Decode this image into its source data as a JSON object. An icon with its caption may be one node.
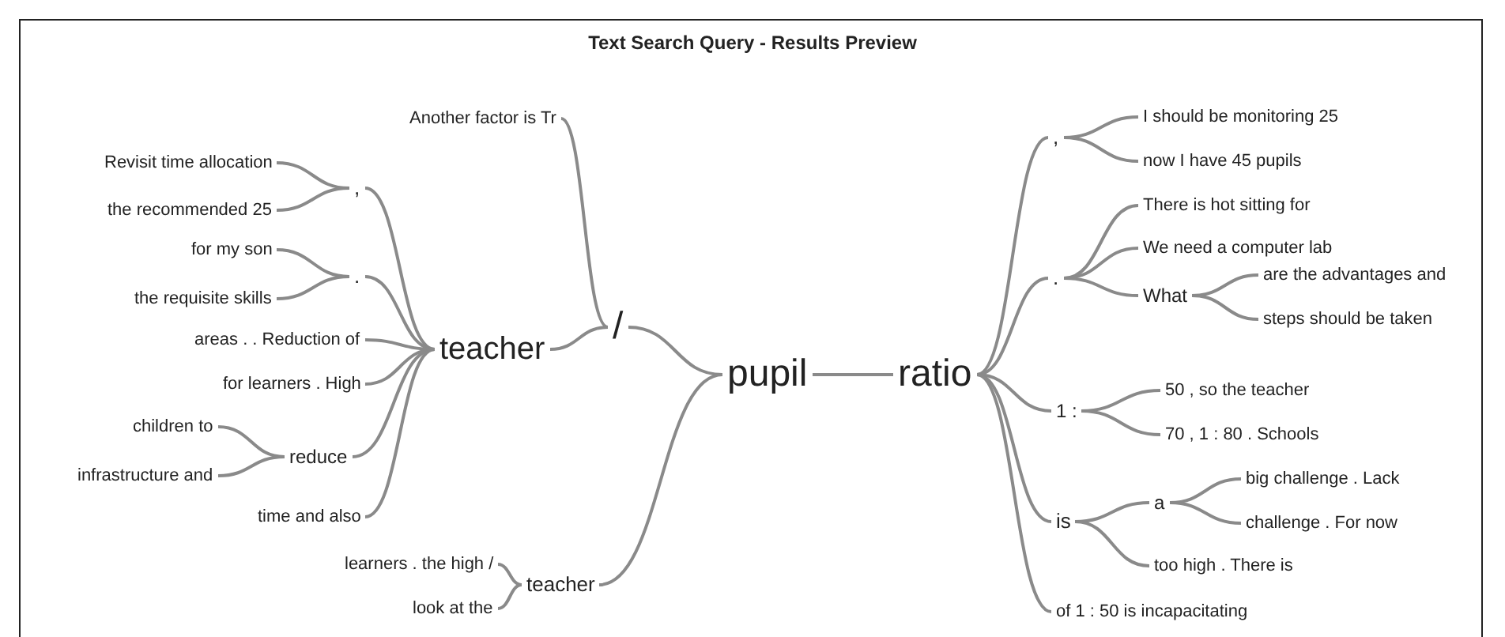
{
  "diagram": {
    "title": "Text Search Query - Results Preview",
    "nodes": [
      {
        "text": [
          "Another factor is Tr"
        ]
      },
      {
        "text": [
          "Revisit time allocation"
        ]
      },
      {
        "text": [
          "the recommended 25"
        ]
      },
      {
        "text": [
          ","
        ]
      },
      {
        "text": [
          "for my son"
        ]
      },
      {
        "text": [
          "the requisite skills"
        ]
      },
      {
        "text": [
          "."
        ]
      },
      {
        "text": [
          "areas . . Reduction of"
        ]
      },
      {
        "text": [
          "teacher"
        ]
      },
      {
        "text": [
          "/"
        ]
      },
      {
        "text": [
          "pupil"
        ]
      },
      {
        "text": [
          "for learners . High"
        ]
      },
      {
        "text": [
          "children to"
        ]
      },
      {
        "text": [
          "infrastructure and"
        ]
      },
      {
        "text": [
          "reduce"
        ]
      },
      {
        "text": [
          "time and also"
        ]
      },
      {
        "text": [
          "learners . the high /"
        ]
      },
      {
        "text": [
          "look at the"
        ]
      },
      {
        "text": [
          "teacher"
        ]
      },
      {
        "text": [
          "ratio"
        ]
      },
      {
        "text": [
          ","
        ]
      },
      {
        "text": [
          "I should be monitoring 25"
        ]
      },
      {
        "text": [
          "now I have 45 pupils"
        ]
      },
      {
        "text": [
          "."
        ]
      },
      {
        "text": [
          "There is hot sitting for"
        ]
      },
      {
        "text": [
          "We need a computer lab"
        ]
      },
      {
        "text": [
          "What"
        ]
      },
      {
        "text": [
          "are the advantages and"
        ]
      },
      {
        "text": [
          "steps should be taken"
        ]
      },
      {
        "text": [
          "1 :"
        ]
      },
      {
        "text": [
          "50 , so the teacher"
        ]
      },
      {
        "text": [
          "70 , 1 : 80 . Schools"
        ]
      },
      {
        "text": [
          "is"
        ]
      },
      {
        "text": [
          "a"
        ]
      },
      {
        "text": [
          "big challenge . Lack"
        ]
      },
      {
        "text": [
          "challenge . For now"
        ]
      },
      {
        "text": [
          "too high . There is"
        ]
      },
      {
        "text": [
          "of 1 : 50 is incapacitating"
        ]
      }
    ],
    "edges": [
      {
        "from": 10,
        "to": 9,
        "arrow": "none"
      },
      {
        "from": 10,
        "to": 18,
        "arrow": "none"
      },
      {
        "from": 10,
        "to": 19,
        "arrow": "none"
      },
      {
        "from": 9,
        "to": 0,
        "arrow": "none"
      },
      {
        "from": 9,
        "to": 8,
        "arrow": "none"
      },
      {
        "from": 8,
        "to": 3,
        "arrow": "none"
      },
      {
        "from": 8,
        "to": 6,
        "arrow": "none"
      },
      {
        "from": 8,
        "to": 7,
        "arrow": "none"
      },
      {
        "from": 8,
        "to": 11,
        "arrow": "none"
      },
      {
        "from": 8,
        "to": 14,
        "arrow": "none"
      },
      {
        "from": 8,
        "to": 15,
        "arrow": "none"
      },
      {
        "from": 3,
        "to": 1,
        "arrow": "none"
      },
      {
        "from": 3,
        "to": 2,
        "arrow": "none"
      },
      {
        "from": 6,
        "to": 4,
        "arrow": "none"
      },
      {
        "from": 6,
        "to": 5,
        "arrow": "none"
      },
      {
        "from": 14,
        "to": 12,
        "arrow": "none"
      },
      {
        "from": 14,
        "to": 13,
        "arrow": "none"
      },
      {
        "from": 18,
        "to": 16,
        "arrow": "none"
      },
      {
        "from": 18,
        "to": 17,
        "arrow": "none"
      },
      {
        "from": 19,
        "to": 20,
        "arrow": "none"
      },
      {
        "from": 19,
        "to": 23,
        "arrow": "none"
      },
      {
        "from": 19,
        "to": 29,
        "arrow": "none"
      },
      {
        "from": 19,
        "to": 32,
        "arrow": "none"
      },
      {
        "from": 19,
        "to": 37,
        "arrow": "none"
      },
      {
        "from": 20,
        "to": 21,
        "arrow": "none"
      },
      {
        "from": 20,
        "to": 22,
        "arrow": "none"
      },
      {
        "from": 23,
        "to": 24,
        "arrow": "none"
      },
      {
        "from": 23,
        "to": 25,
        "arrow": "none"
      },
      {
        "from": 23,
        "to": 26,
        "arrow": "none"
      },
      {
        "from": 26,
        "to": 27,
        "arrow": "none"
      },
      {
        "from": 26,
        "to": 28,
        "arrow": "none"
      },
      {
        "from": 29,
        "to": 30,
        "arrow": "none"
      },
      {
        "from": 29,
        "to": 31,
        "arrow": "none"
      },
      {
        "from": 32,
        "to": 33,
        "arrow": "none"
      },
      {
        "from": 32,
        "to": 36,
        "arrow": "none"
      },
      {
        "from": 33,
        "to": 34,
        "arrow": "none"
      },
      {
        "from": 33,
        "to": 35,
        "arrow": "none"
      }
    ]
  }
}
